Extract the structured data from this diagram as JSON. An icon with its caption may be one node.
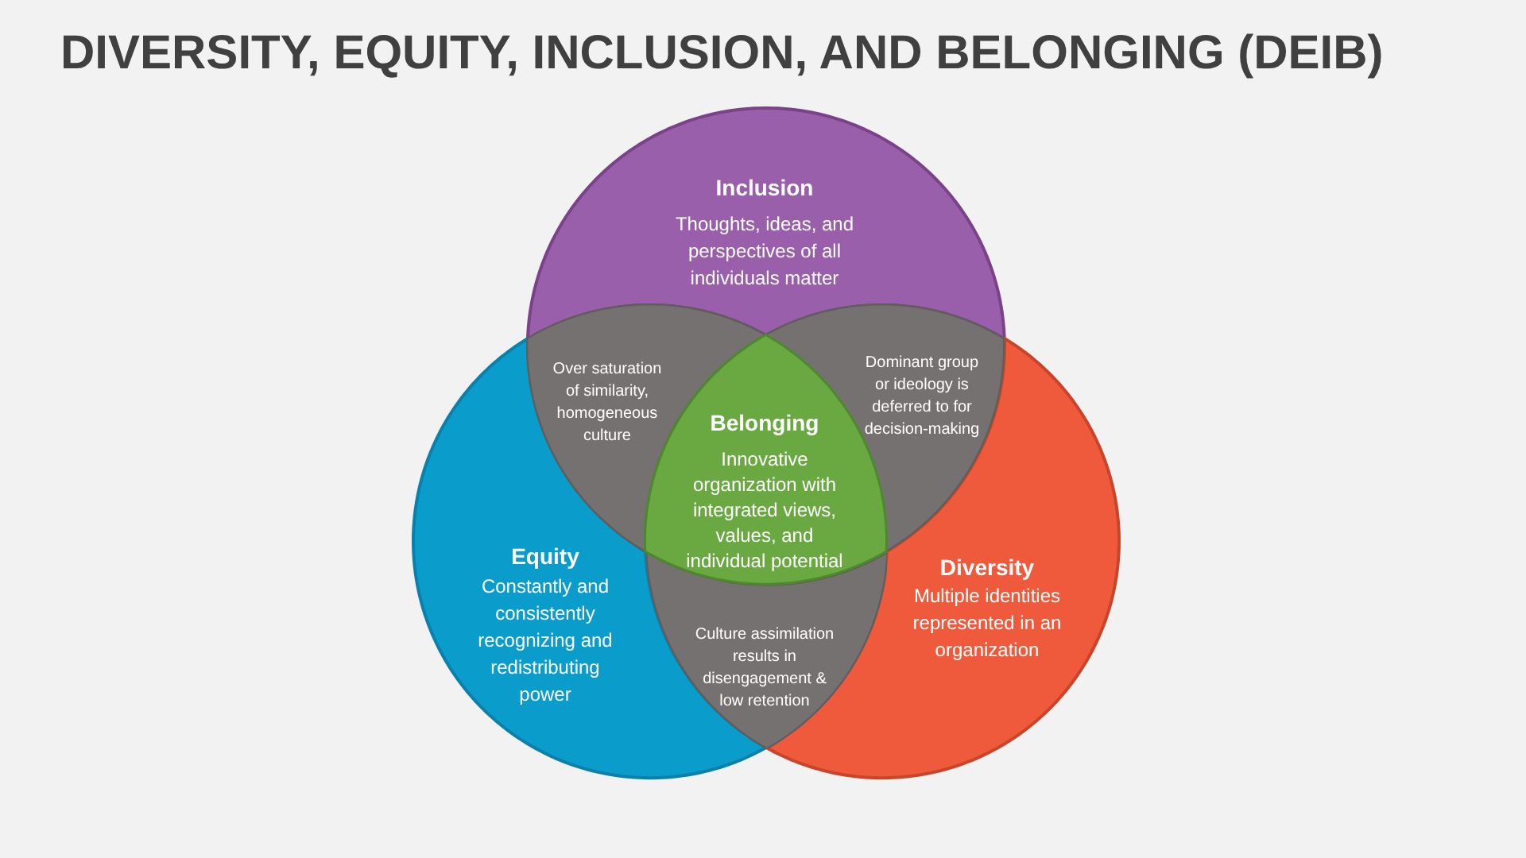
{
  "diagram": {
    "title": "DIVERSITY, EQUITY, INCLUSION, AND BELONGING (DEIB)",
    "nodes": [
      {
        "text": [
          "Inclusion",
          "Thoughts, ideas, and perspectives of all individuals matter"
        ]
      },
      {
        "text": [
          "Over saturation of similarity, homogeneous culture"
        ]
      },
      {
        "text": [
          "Dominant group or ideology is deferred to for decision-making"
        ]
      },
      {
        "text": [
          "Belonging",
          "Innovative organization with integrated views, values, and individual potential"
        ]
      },
      {
        "text": [
          "Equity",
          "Constantly and consistently recognizing and redistributing power"
        ]
      },
      {
        "text": [
          "Diversity",
          "Multiple identities represented in an organization"
        ]
      },
      {
        "text": [
          "Culture assimilation results in disengagement & low retention"
        ]
      }
    ]
  }
}
